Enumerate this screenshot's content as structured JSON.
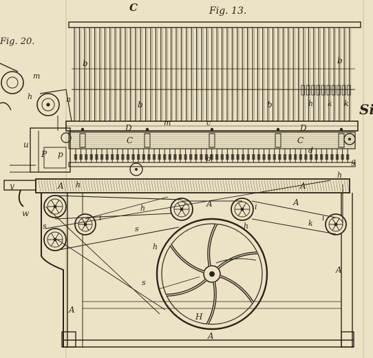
{
  "figure": {
    "title": "Fig. 13.",
    "neighbor_title": "Fig. 20.",
    "corner_letter": "C",
    "edge_fragment": "Si"
  },
  "labels": {
    "b": "b",
    "h": "h",
    "k": "k",
    "m": "m",
    "n": "n",
    "c": "c",
    "D": "D",
    "C": "C",
    "d": "d",
    "p": "p",
    "P": "P",
    "u": "u",
    "y": "y",
    "w": "w",
    "A": "A",
    "i": "i",
    "s": "s",
    "H": "H",
    "g": "g"
  },
  "colors": {
    "paper": "#ece3c6",
    "ink": "#2a2418"
  }
}
